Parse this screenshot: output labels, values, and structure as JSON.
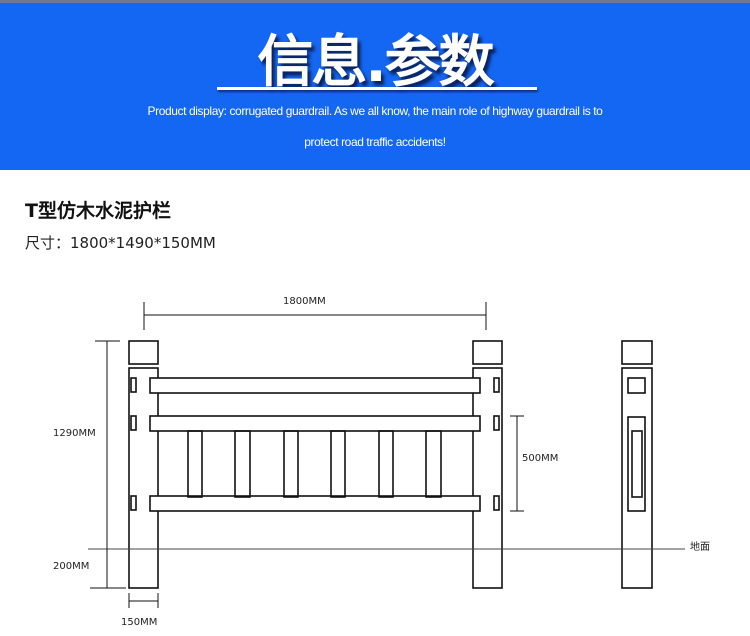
{
  "banner": {
    "title": "信息.参数",
    "subtitle_line1": "Product display: corrugated guardrail. As we all know, the main role of highway guardrail is to",
    "subtitle_line2": "protect road traffic accidents!",
    "color": "#1467f2"
  },
  "product": {
    "name": "T型仿木水泥护栏",
    "size": "尺寸：1800*1490*150MM"
  },
  "diagram": {
    "width_label": "1800MM",
    "height_label": "1290MM",
    "buried_label": "200MM",
    "post_width_label": "150MM",
    "rail_span_label": "500MM",
    "ground_label": "地面"
  }
}
